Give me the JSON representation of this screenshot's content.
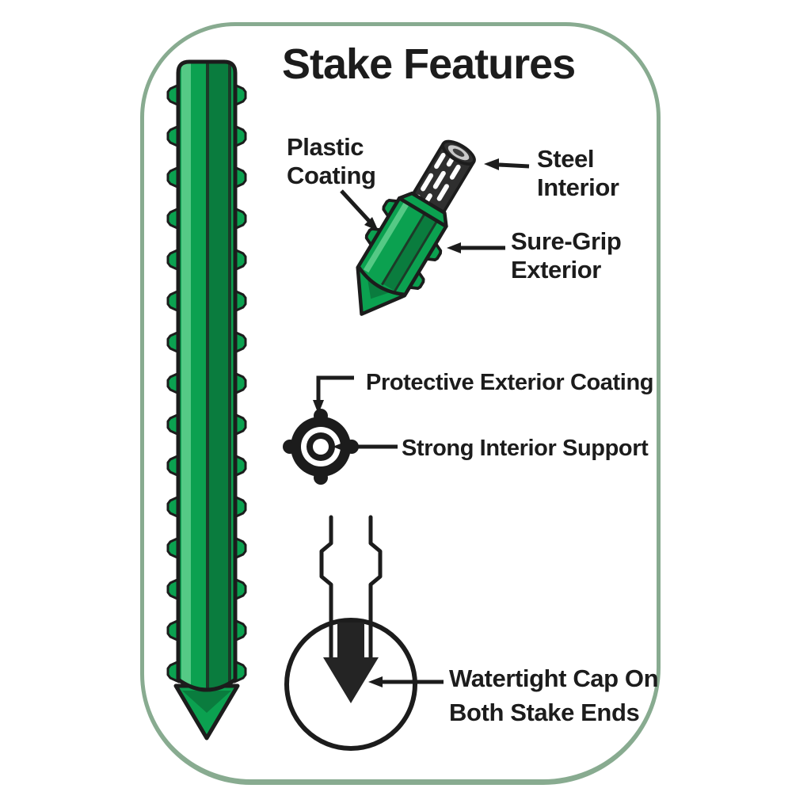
{
  "title": "Stake Features",
  "callouts": {
    "plastic_coating": {
      "line1": "Plastic",
      "line2": "Coating"
    },
    "steel_interior": {
      "line1": "Steel",
      "line2": "Interior"
    },
    "sure_grip_exterior": {
      "line1": "Sure-Grip",
      "line2": "Exterior"
    },
    "protective_exterior_coating": {
      "text": "Protective Exterior Coating"
    },
    "strong_interior_support": {
      "text": "Strong Interior Support"
    },
    "watertight_cap": {
      "line1": "Watertight Cap On",
      "line2": "Both Stake Ends"
    }
  },
  "colors": {
    "stake_green": "#0ba150",
    "stake_green_dark": "#0a7c3e",
    "stake_highlight": "#55c985",
    "stake_stripe": "#1d3a28",
    "frame_border": "#88ab90",
    "ink": "#1c1c1c",
    "steel_gray": "#2f2f2f",
    "steel_ring": "#c9c9c9",
    "steel_hole": "#3f3f3f",
    "cap_black": "#242424"
  }
}
